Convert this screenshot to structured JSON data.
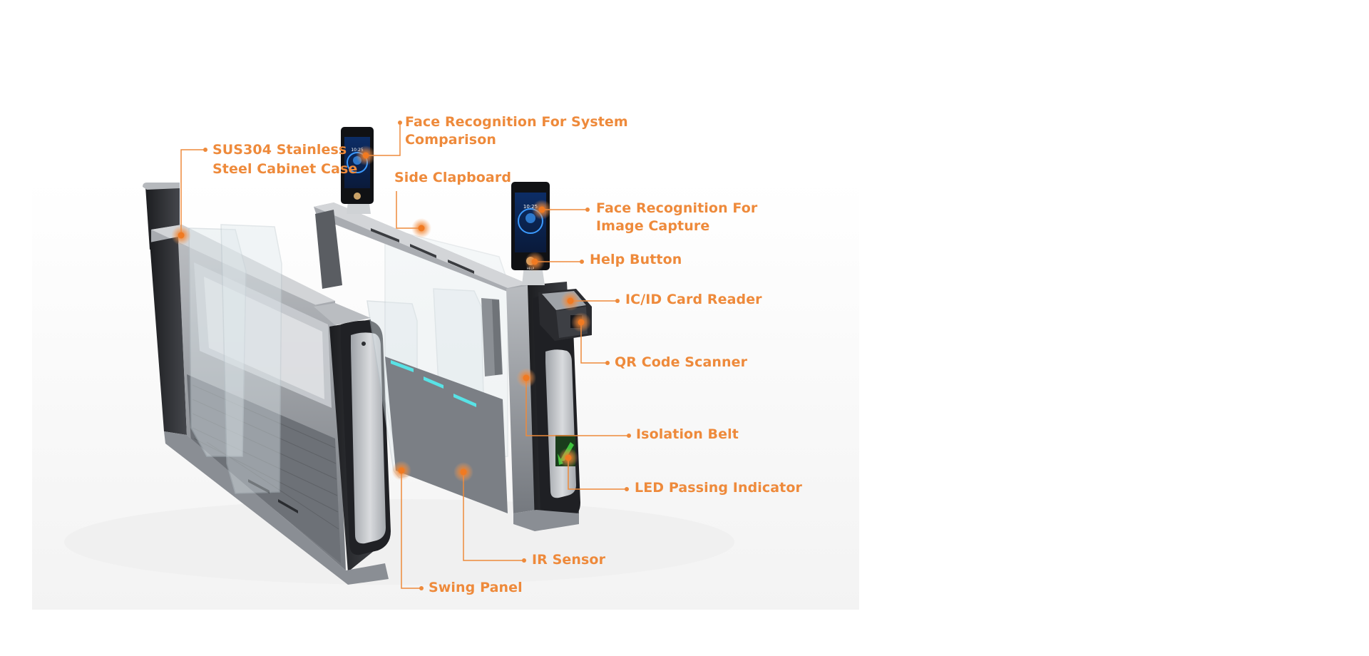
{
  "accent_color": "#ee8a3b",
  "labels": {
    "face_system": [
      "Face Recognition For System",
      "Comparison"
    ],
    "cabinet": [
      "SUS304 Stainless",
      "Steel Cabinet Case"
    ],
    "side_clapboard": [
      "Side Clapboard"
    ],
    "face_capture": [
      "Face Recognition For",
      "Image Capture"
    ],
    "help_button": [
      "Help Button"
    ],
    "card_reader": [
      "IC/ID Card Reader"
    ],
    "qr_scanner": [
      "QR Code Scanner"
    ],
    "isolation_belt": [
      "Isolation Belt"
    ],
    "led_indicator": [
      "LED Passing Indicator"
    ],
    "ir_sensor": [
      "IR Sensor"
    ],
    "swing_panel": [
      "Swing Panel"
    ]
  },
  "device_screens": {
    "time": "10:25",
    "button": "HELP"
  },
  "icons": [
    "face-recognition-screen-icon",
    "led-arrow-icon",
    "callout-dot-icon"
  ]
}
